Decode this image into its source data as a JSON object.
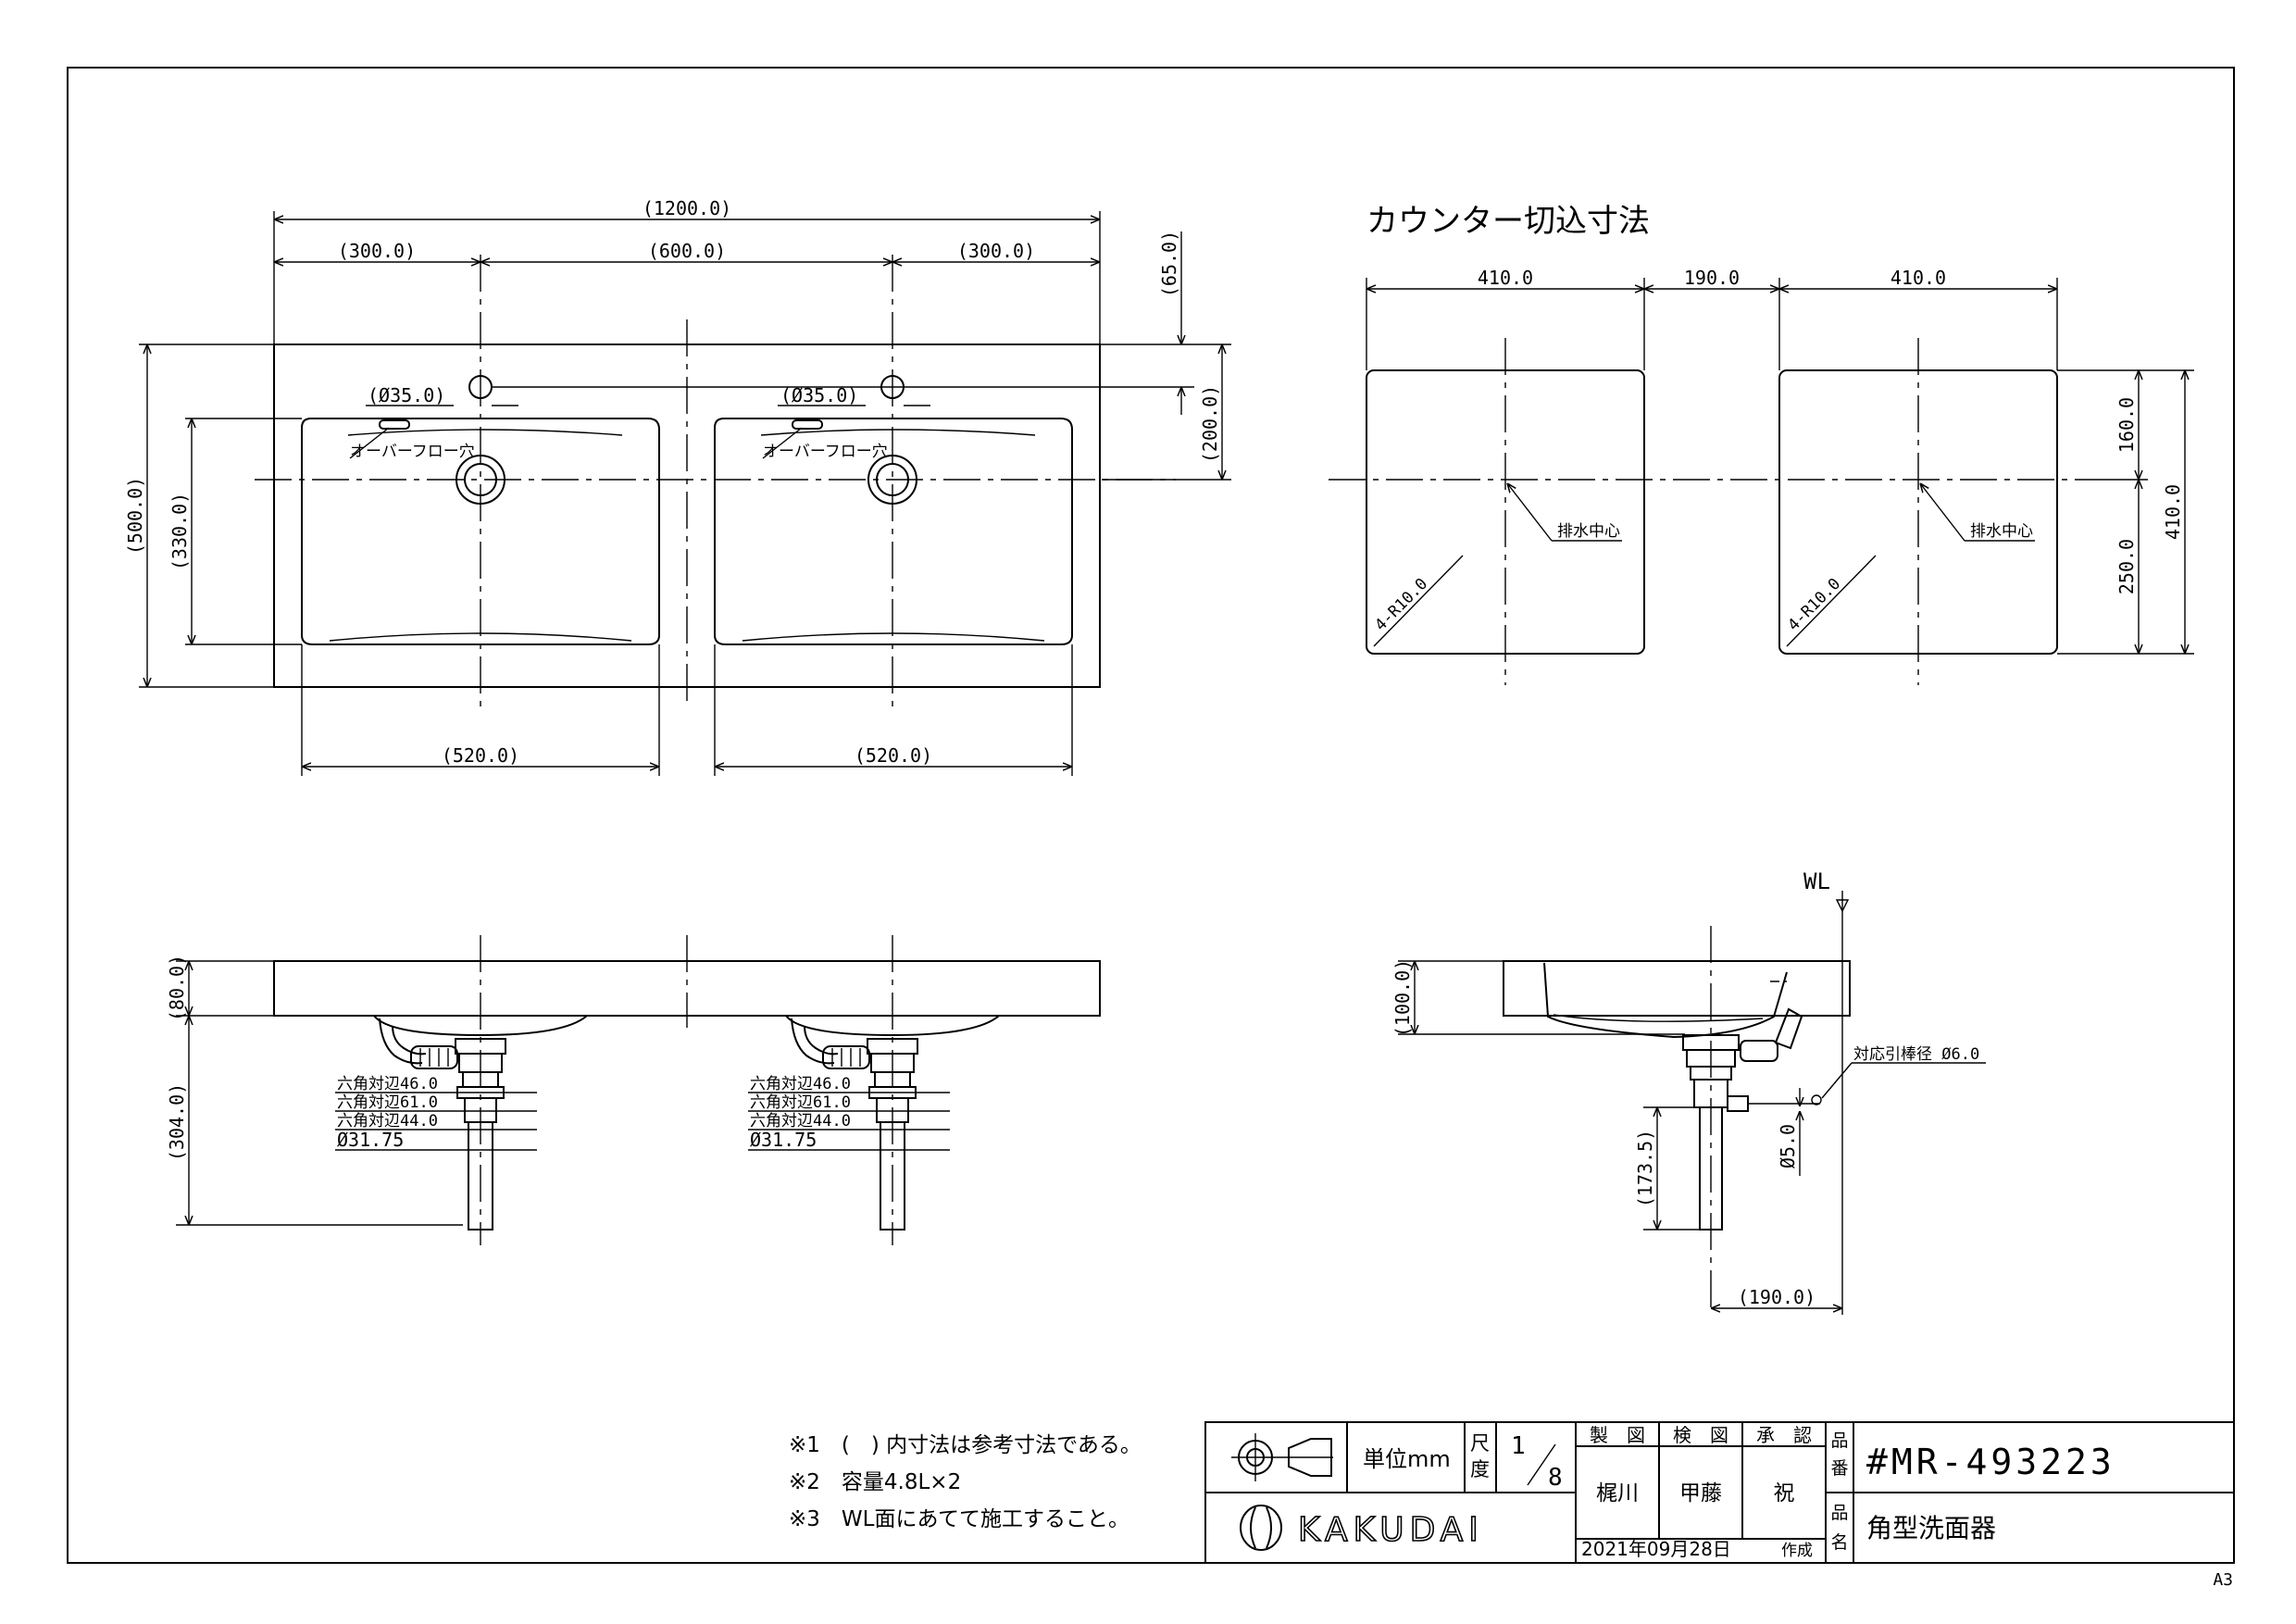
{
  "top_view": {
    "overall_width": "(1200.0)",
    "left_offset": "(300.0)",
    "center_pitch": "(600.0)",
    "right_offset": "(300.0)",
    "faucet_offset": "(65.0)",
    "drain_offset": "(200.0)",
    "overall_depth": "(500.0)",
    "bowl_depth": "(330.0)",
    "bowl_width_left": "(520.0)",
    "bowl_width_right": "(520.0)",
    "overflow_dia_left": "(Ø35.0)",
    "overflow_dia_right": "(Ø35.0)",
    "overflow_label_left": "オーバーフロー穴",
    "overflow_label_right": "オーバーフロー穴"
  },
  "cutout": {
    "title": "カウンター切込寸法",
    "width_left": "410.0",
    "gap": "190.0",
    "width_right": "410.0",
    "front_depth": "160.0",
    "back_depth": "250.0",
    "total_depth": "410.0",
    "corner_left": "4-R10.0",
    "corner_right": "4-R10.0",
    "drain_center_left": "排水中心",
    "drain_center_right": "排水中心"
  },
  "front_view": {
    "thickness": "(80.0)",
    "drain_height": "(304.0)",
    "left": {
      "hex1": "六角対辺46.0",
      "hex2": "六角対辺61.0",
      "hex3": "六角対辺44.0",
      "pipe": "Ø31.75"
    },
    "right": {
      "hex1": "六角対辺46.0",
      "hex2": "六角対辺61.0",
      "hex3": "六角対辺44.0",
      "pipe": "Ø31.75"
    }
  },
  "side_view": {
    "wl": "WL",
    "height": "(100.0)",
    "chain_label": "対応引棒径 Ø6.0",
    "chain_dia": "Ø5.0",
    "drain_height": "(173.5)",
    "depth": "(190.0)"
  },
  "notes": [
    "※1　(　) 内寸法は参考寸法である。",
    "※2　容量4.8L×2",
    "※3　WL面にあてて施工すること。"
  ],
  "title_block": {
    "unit_label": "単位mm",
    "scale_label_1": "尺",
    "scale_label_2": "度",
    "scale_num": "1",
    "scale_den": "8",
    "made_label": "製　図",
    "check_label": "検　図",
    "approve_label": "承　認",
    "made_by": "梶川",
    "checked_by": "甲藤",
    "approved_by": "祝",
    "part_no_label_1": "品",
    "part_no_label_2": "番",
    "part_no": "#MR-493223",
    "name_label_1": "品",
    "name_label_2": "名",
    "name": "角型洗面器",
    "date": "2021年09月28日",
    "date_suffix": "作成",
    "company": "KAKUDAI"
  },
  "sheet_size": "A3"
}
